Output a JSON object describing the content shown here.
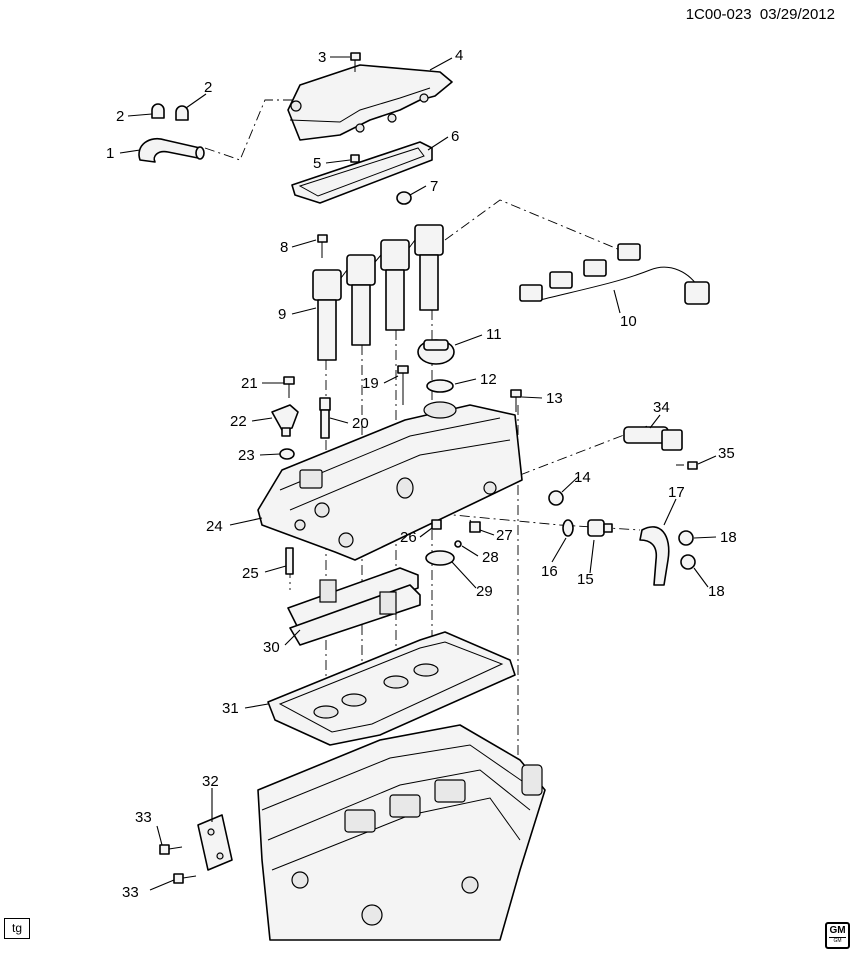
{
  "header": {
    "doc_id": "1C00-023",
    "date": "03/29/2012"
  },
  "footer": {
    "initials": "tg",
    "logo_main": "GM",
    "logo_sub": "GM"
  },
  "callouts": [
    {
      "id": "c1",
      "text": "1"
    },
    {
      "id": "c2a",
      "text": "2"
    },
    {
      "id": "c2b",
      "text": "2"
    },
    {
      "id": "c3",
      "text": "3"
    },
    {
      "id": "c4",
      "text": "4"
    },
    {
      "id": "c5",
      "text": "5"
    },
    {
      "id": "c6",
      "text": "6"
    },
    {
      "id": "c7",
      "text": "7"
    },
    {
      "id": "c8",
      "text": "8"
    },
    {
      "id": "c9",
      "text": "9"
    },
    {
      "id": "c10",
      "text": "10"
    },
    {
      "id": "c11",
      "text": "11"
    },
    {
      "id": "c12",
      "text": "12"
    },
    {
      "id": "c13",
      "text": "13"
    },
    {
      "id": "c14",
      "text": "14"
    },
    {
      "id": "c15",
      "text": "15"
    },
    {
      "id": "c16",
      "text": "16"
    },
    {
      "id": "c17",
      "text": "17"
    },
    {
      "id": "c18a",
      "text": "18"
    },
    {
      "id": "c18b",
      "text": "18"
    },
    {
      "id": "c19",
      "text": "19"
    },
    {
      "id": "c20",
      "text": "20"
    },
    {
      "id": "c21",
      "text": "21"
    },
    {
      "id": "c22",
      "text": "22"
    },
    {
      "id": "c23",
      "text": "23"
    },
    {
      "id": "c24",
      "text": "24"
    },
    {
      "id": "c25",
      "text": "25"
    },
    {
      "id": "c26",
      "text": "26"
    },
    {
      "id": "c27",
      "text": "27"
    },
    {
      "id": "c28",
      "text": "28"
    },
    {
      "id": "c29",
      "text": "29"
    },
    {
      "id": "c30",
      "text": "30"
    },
    {
      "id": "c31",
      "text": "31"
    },
    {
      "id": "c32",
      "text": "32"
    },
    {
      "id": "c33a",
      "text": "33"
    },
    {
      "id": "c33b",
      "text": "33"
    },
    {
      "id": "c34",
      "text": "34"
    },
    {
      "id": "c35",
      "text": "35"
    }
  ]
}
